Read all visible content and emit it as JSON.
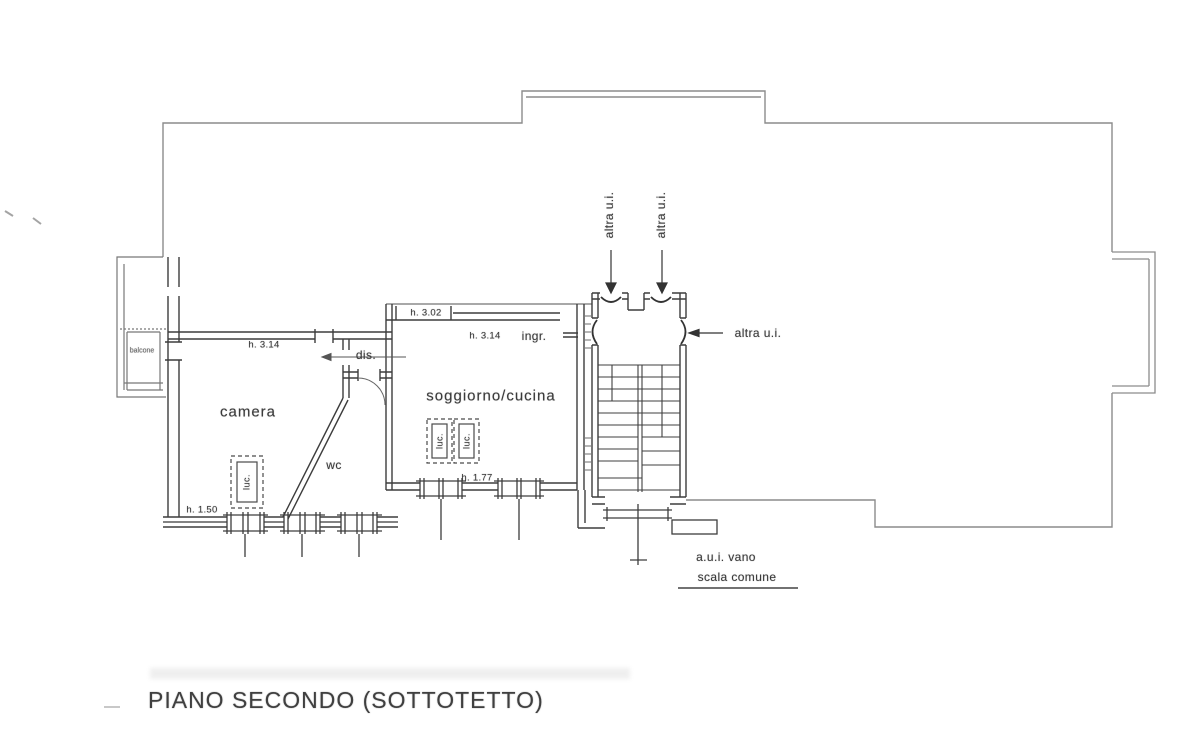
{
  "title": "PIANO SECONDO (SOTTOTETTO)",
  "colors": {
    "wall": "#3d3d3d",
    "outline": "#8c8c8c",
    "text": "#3a3a3a",
    "muted": "#777777"
  },
  "rooms": {
    "camera": {
      "label": "camera",
      "height": "h. 3.14",
      "height_window": "h. 1.50"
    },
    "wc": {
      "label": "wc"
    },
    "dis": {
      "label": "dis."
    },
    "soggiorno": {
      "label": "soggiorno/cucina",
      "height_top": "h. 3.02",
      "height_window": "h. 1.77"
    },
    "ingresso": {
      "label": "ingr.",
      "height": "h. 3.14"
    },
    "balcone": {
      "label": "balcone"
    }
  },
  "skylight_label": "luc.",
  "annotations": {
    "altra_ui_1": "altra u.i.",
    "altra_ui_2": "altra u.i.",
    "altra_ui_3": "altra u.i.",
    "stair_core_line1": "a.u.i. vano",
    "stair_core_line2": "scala comune"
  }
}
